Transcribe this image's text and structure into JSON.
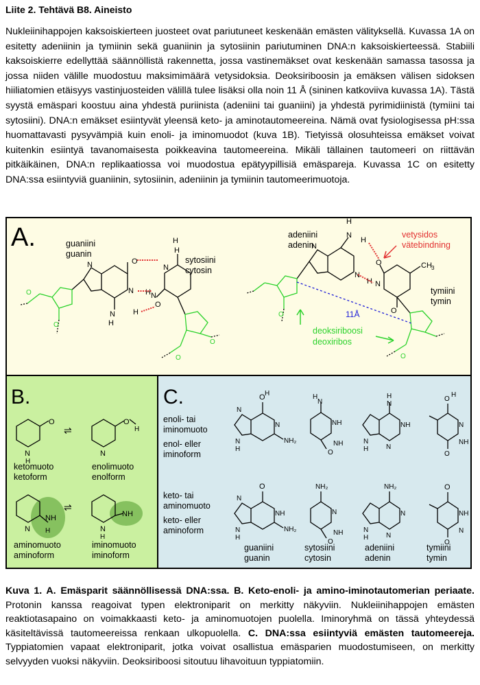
{
  "header": {
    "title": "Liite 2. Tehtävä B8. Aineisto"
  },
  "intro_text": "Nukleiinihappojen kaksoiskierteen juosteet ovat pariutuneet keskenään emästen välityksellä. Kuvassa 1A on esitetty adeniinin ja tymiinin sekä guaniinin ja sytosiinin pariutuminen DNA:n kaksoiskierteessä. Stabiili kaksoiskierre edellyttää säännöllistä rakennetta, jossa vastinemäkset ovat keskenään samassa tasossa ja jossa niiden välille muodostuu maksimimäärä vetysidoksia. Deoksiriboosin ja emäksen välisen sidoksen hiiliatomien etäisyys vastinjuosteiden välillä tulee lisäksi olla noin 11 Å (sininen katkoviiva kuvassa 1A). Tästä syystä emäspari koostuu aina yhdestä puriinista (adeniini tai guaniini) ja yhdestä pyrimidiinistä (tymiini tai sytosiini). DNA:n emäkset esiintyvät yleensä keto- ja aminotautomeereina. Nämä ovat fysiologisessa pH:ssa huomattavasti pysyvämpiä kuin enoli- ja iminomuodot (kuva 1B). Tietyissä olosuhteissa emäkset voivat kuitenkin esiintyä tavanomaisesta poikkeavina tautomeereina. Mikäli tällainen tautomeeri on riittävän pitkäikäinen, DNA:n replikaatiossa voi muodostua epätyypillisiä emäspareja. Kuvassa 1C on esitetty DNA:ssa esiintyviä guaniinin, sytosiinin, adeniinin ja tymiinin tautomeerimuotoja.",
  "panel_a": {
    "letter": "A.",
    "guanine_fi": "guaniini",
    "guanine_sv": "guanin",
    "cytosine_fi": "sytosiini",
    "cytosine_sv": "cytosin",
    "adenine_fi": "adeniini",
    "adenine_sv": "adenin",
    "thymine_fi": "tymiini",
    "thymine_sv": "tymin",
    "hbond_fi": "vetysidos",
    "hbond_sv": "vätebindning",
    "deoxyribose_fi": "deoksiriboosi",
    "deoxyribose_sv": "deoxiribos",
    "distance": "11Å"
  },
  "panel_b": {
    "letter": "B.",
    "keto_fi": "ketomuoto",
    "keto_sv": "ketoform",
    "enol_fi": "enolimuoto",
    "enol_sv": "enolform",
    "amino_fi": "aminomuoto",
    "amino_sv": "aminoform",
    "imino_fi": "iminomuoto",
    "imino_sv": "iminoform"
  },
  "panel_c": {
    "letter": "C.",
    "row1_fi_1": "enoli- tai",
    "row1_fi_2": "iminomuoto",
    "row1_sv_1": "enol- eller",
    "row1_sv_2": "iminoform",
    "row2_fi_1": "keto- tai",
    "row2_fi_2": "aminomuoto",
    "row2_sv_1": "keto- eller",
    "row2_sv_2": "aminoform",
    "labels": [
      {
        "fi": "guaniini",
        "sv": "guanin"
      },
      {
        "fi": "sytosiini",
        "sv": "cytosin"
      },
      {
        "fi": "adeniini",
        "sv": "adenin"
      },
      {
        "fi": "tymiini",
        "sv": "tymin"
      }
    ]
  },
  "caption": {
    "bold_a": "Kuva 1. A. Emäsparit säännöllisessä DNA:ssa. B. Keto-enoli- ja amino-iminotautomerian periaate.",
    "text_1": "Protonin kanssa reagoivat typen elektroniparit on merkitty näkyviin. Nukleiinihappojen emästen reaktiotasapaino on voimakkaasti keto- ja aminomuotojen puolella. Iminoryhmä on tässä yhteydessä käsiteltävissä tautomeereissa renkaan ulkopuolella.",
    "bold_c": "C. DNA:ssa esiintyviä emästen tautomeereja.",
    "text_2": "Typpiatomien vapaat elektroniparit, jotka voivat osallistua emäsparien muodostumiseen, on merkitty selvyyden vuoksi näkyviin. Deoksiriboosi sitoutuu lihavoituun typpiatomiin."
  }
}
